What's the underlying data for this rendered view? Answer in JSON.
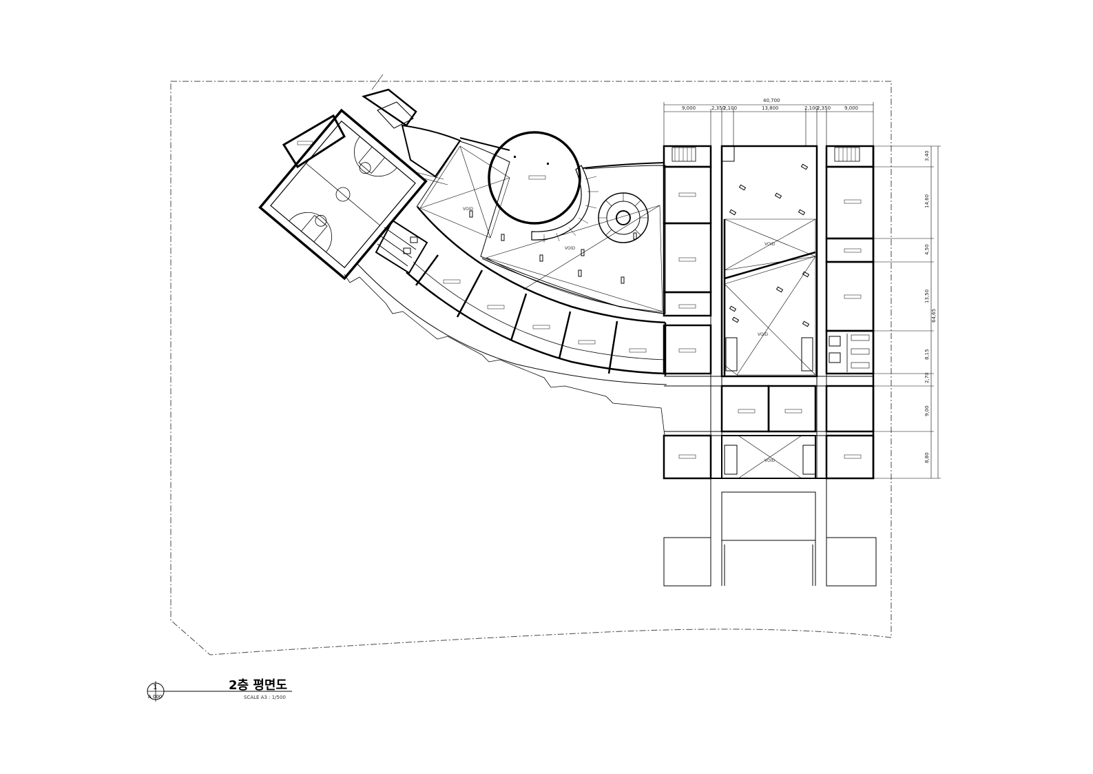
{
  "drawing": {
    "title": "2층 평면도",
    "scale": "SCALE A3 : 1/500",
    "ref_number": "1",
    "ref_sheet": "A 000"
  },
  "void_label": "VOID",
  "dimensions": {
    "top_total": "40,700",
    "top_segments": [
      "9,000",
      "2,350",
      "2,100",
      "13,800",
      "2,100",
      "2,350",
      "9,000"
    ],
    "right_total": "64,65",
    "right_segments": [
      "3,40",
      "14,60",
      "4,50",
      "13,50",
      "8,15",
      "2,70",
      "9,00",
      "8,80"
    ]
  }
}
